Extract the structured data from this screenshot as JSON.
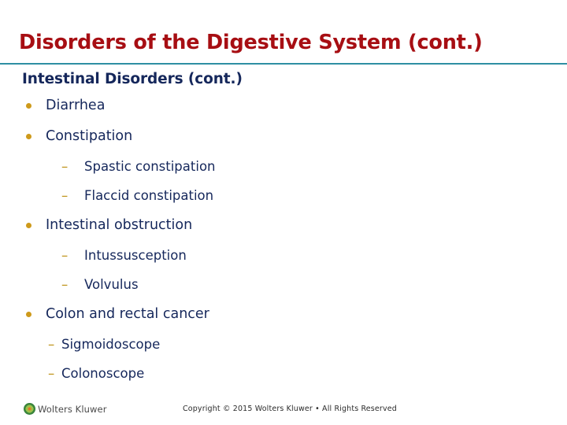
{
  "slide": {
    "title": "Disorders of the Digestive System (cont.)",
    "subheading": "Intestinal Disorders (cont.)",
    "bullets": [
      {
        "level": 1,
        "marker": "bullet-dot",
        "text": "Diarrhea"
      },
      {
        "level": 1,
        "marker": "bullet-dot",
        "text": "Constipation"
      },
      {
        "level": 2,
        "marker": "bullet-dash",
        "text": "Spastic constipation"
      },
      {
        "level": 2,
        "marker": "bullet-dash",
        "text": "Flaccid constipation"
      },
      {
        "level": 1,
        "marker": "bullet-dot",
        "text": "Intestinal obstruction"
      },
      {
        "level": 2,
        "marker": "bullet-dash",
        "text": "Intussusception"
      },
      {
        "level": 2,
        "marker": "bullet-dash",
        "text": "Volvulus"
      },
      {
        "level": 1,
        "marker": "bullet-dot",
        "text": "Colon and rectal cancer"
      },
      {
        "level": 2,
        "marker": "bullet-dash",
        "text": "Sigmoidoscope",
        "tight": true
      },
      {
        "level": 2,
        "marker": "bullet-dash",
        "text": "Colonoscope",
        "tight": true
      }
    ],
    "dash_glyph": "–"
  },
  "footer": {
    "brand_name": "Wolters Kluwer",
    "copyright": "Copyright © 2015 Wolters Kluwer • All Rights Reserved"
  },
  "colors": {
    "title": "#A70E13",
    "rule": "#2E8FA3",
    "heading": "#15275B",
    "body_text": "#15275B",
    "bullet_dot": "#CE9A1B",
    "bullet_dash": "#BE9318",
    "background": "#FFFFFF",
    "footer_text": "#2B2B2B",
    "brand_text": "#4A4A4A"
  }
}
